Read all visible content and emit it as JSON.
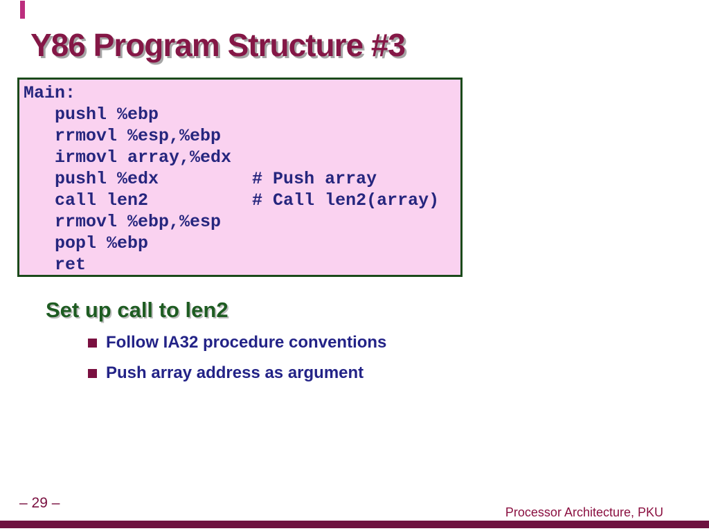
{
  "slide": {
    "title": "Y86 Program Structure #3",
    "code_block": {
      "lines": [
        "Main:",
        "   pushl %ebp",
        "   rrmovl %esp,%ebp",
        "   irmovl array,%edx",
        "   pushl %edx         # Push array",
        "   call len2          # Call len2(array)",
        "   rrmovl %ebp,%esp",
        "   popl %ebp",
        "   ret"
      ]
    },
    "heading": "Set up call to len2",
    "bullets": [
      "Follow IA32 procedure conventions",
      "Push array address as argument"
    ],
    "footer": {
      "page_number": "– 29 –",
      "course": "Processor Architecture, PKU"
    },
    "colors": {
      "title_maroon": "#841746",
      "heading_green": "#1e5c22",
      "bullet_marker_maroon": "#7a1040",
      "bullet_text_navy": "#232387",
      "code_text_navy": "#26267e",
      "code_background_pink": "#fad2f0",
      "code_border_green": "#1a4a1a",
      "footer_maroon": "#7a1040",
      "bottom_bar_maroon": "#6e1240"
    }
  }
}
